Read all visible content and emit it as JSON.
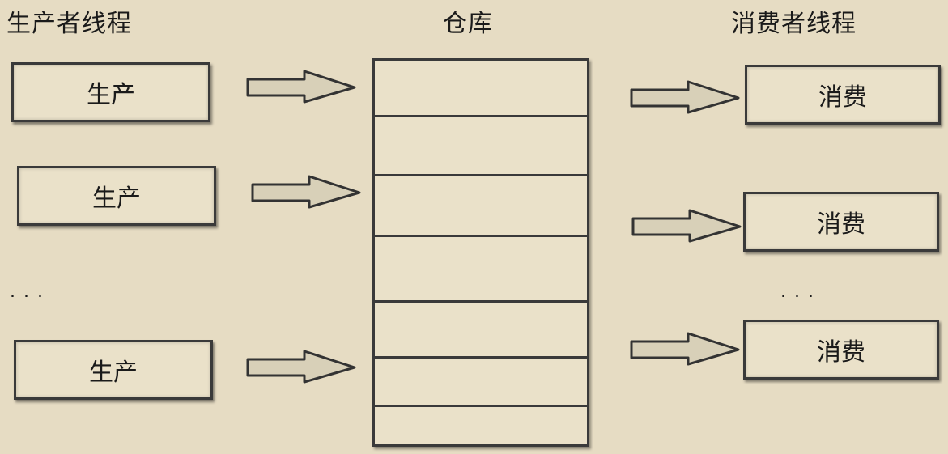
{
  "headings": {
    "producer": "生产者线程",
    "warehouse": "仓库",
    "consumer": "消费者线程"
  },
  "producers": [
    "生产",
    "生产",
    "生产"
  ],
  "consumers": [
    "消费",
    "消费",
    "消费"
  ],
  "ellipsis": "..."
}
